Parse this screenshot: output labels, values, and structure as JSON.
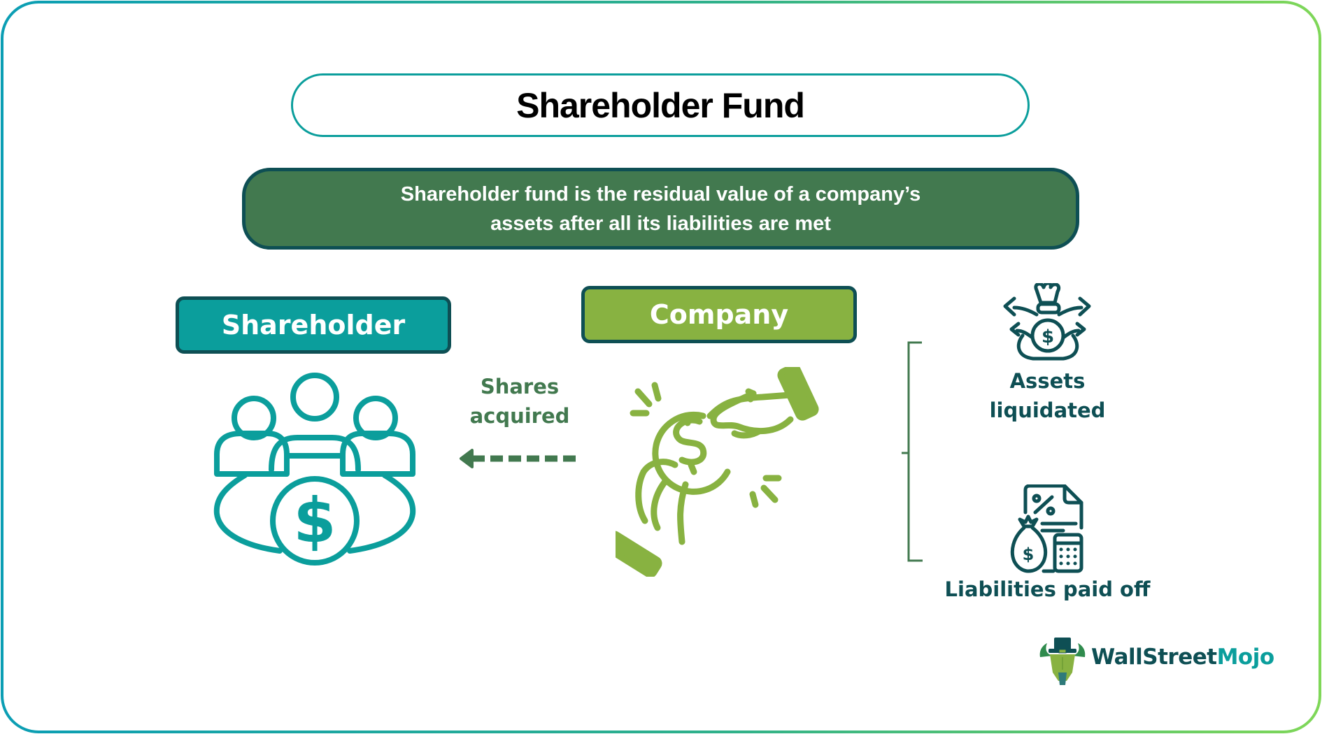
{
  "title": "Shareholder Fund",
  "definition": {
    "line1": "Shareholder fund is the residual value of a company’s",
    "line2": "assets after all its liabilities are met"
  },
  "entities": {
    "shareholder": {
      "label": "Shareholder",
      "icon": "shareholders-money-icon",
      "color": "#0b9e9c"
    },
    "company": {
      "label": "Company",
      "icon": "hands-exchanging-money-icon",
      "color": "#88b241"
    }
  },
  "flow": {
    "label_line1": "Shares",
    "label_line2": "acquired",
    "direction": "company-to-shareholder",
    "color": "#42794f"
  },
  "outcomes": [
    {
      "label_line1": "Assets",
      "label_line2": "liquidated",
      "icon": "money-bag-arrows-icon"
    },
    {
      "label": "Liabilities paid off",
      "icon": "document-moneybag-calculator-icon"
    }
  ],
  "brand": {
    "name_part1": "WallStreet",
    "name_part2": "Mojo",
    "icon": "bull-with-hat-logo-icon"
  },
  "colors": {
    "teal": "#0b9e9c",
    "green_light": "#88b241",
    "green_dark": "#42794f",
    "navy_teal": "#0e4f54",
    "frame_gradient_start": "#0b9eb4",
    "frame_gradient_end": "#7fd758"
  }
}
